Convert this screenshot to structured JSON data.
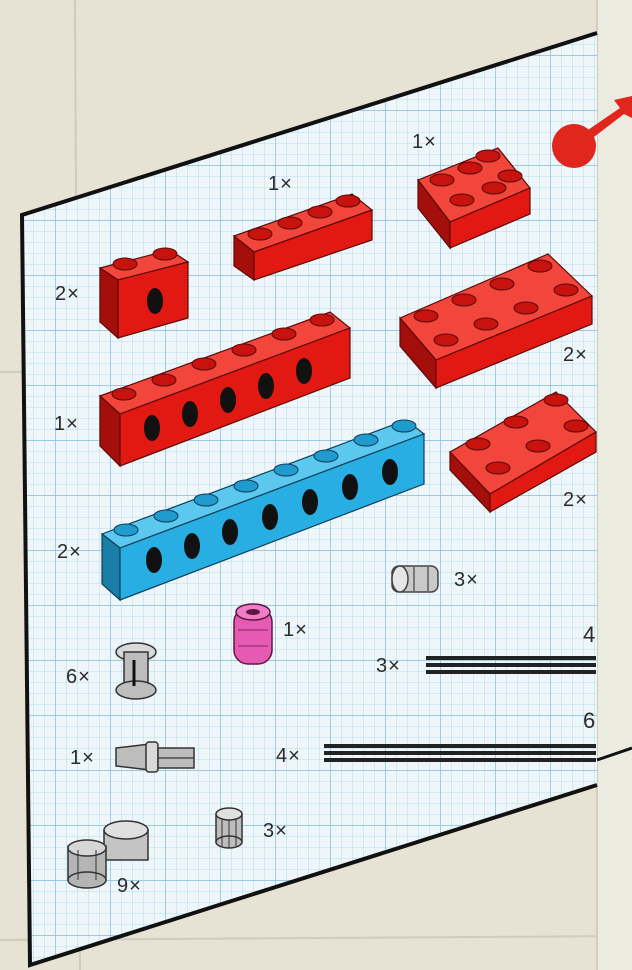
{
  "colors": {
    "background": "#e6e3d4",
    "grid_paper": "#eef6fa",
    "grid_line": "#9fd0e6",
    "brick_red": "#e21812",
    "brick_blue": "#28aee2",
    "bush_pink": "#e65ab4",
    "gray_part": "#b9b9b9",
    "axle_black": "#222222",
    "arrow_red": "#e0261d"
  },
  "parts": [
    {
      "id": "beam-1x2",
      "icon": "technic-brick-1x2-red",
      "qty": "2×"
    },
    {
      "id": "plate-2x3-top",
      "icon": "plate-2x3-red",
      "qty": "1×"
    },
    {
      "id": "plate-1x4",
      "icon": "plate-1x4-red",
      "qty": "1×"
    },
    {
      "id": "plate-2x4",
      "icon": "plate-2x4-red",
      "qty": "2×"
    },
    {
      "id": "beam-1x6",
      "icon": "technic-brick-1x6-red",
      "qty": "1×"
    },
    {
      "id": "plate-2x3",
      "icon": "plate-2x3-red",
      "qty": "2×"
    },
    {
      "id": "beam-1x8",
      "icon": "technic-brick-1x8-blue",
      "qty": "2×"
    },
    {
      "id": "bush-gray",
      "icon": "bush-gray",
      "qty": "3×"
    },
    {
      "id": "bush-pink",
      "icon": "bush-pink",
      "qty": "1×"
    },
    {
      "id": "spool",
      "icon": "half-bush-spool-gray",
      "qty": "6×"
    },
    {
      "id": "axle-4",
      "icon": "axle-4",
      "qty": "3×",
      "length": "4"
    },
    {
      "id": "axle-pin",
      "icon": "axle-pin-gray",
      "qty": "1×"
    },
    {
      "id": "axle-6",
      "icon": "axle-6",
      "qty": "4×",
      "length": "6"
    },
    {
      "id": "gear-small",
      "icon": "gear-8-tooth-gray",
      "qty": "3×"
    },
    {
      "id": "gear-pair",
      "icon": "gear-pair-gray",
      "qty": "9×"
    }
  ]
}
